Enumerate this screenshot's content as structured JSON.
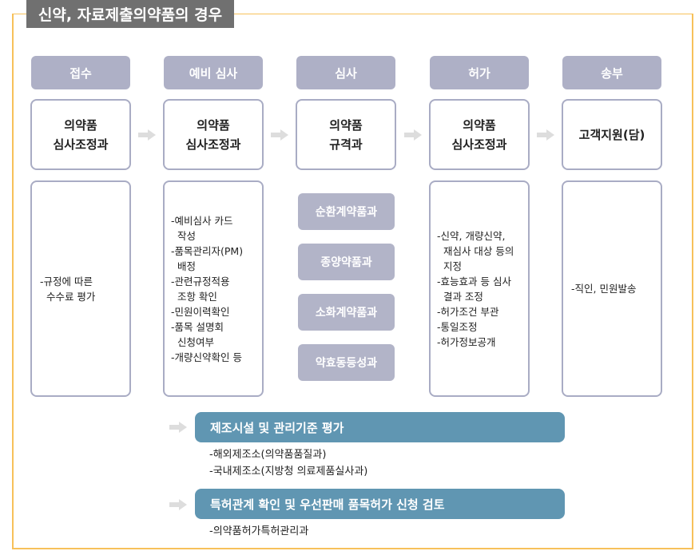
{
  "title": "신약, 자료제출의약품의 경우",
  "stages": [
    {
      "header": "접수",
      "dept": [
        "의약품",
        "심사조정과"
      ],
      "details": [
        "-규정에 따른",
        "  수수료 평가"
      ]
    },
    {
      "header": "예비 심사",
      "dept": [
        "의약품",
        "심사조정과"
      ],
      "details": [
        "-예비심사 카드",
        "  작성",
        "-품목관리자(PM)",
        "  배정",
        "-관련규정적용",
        "  조항 확인",
        "-민원이력확인",
        "-품목 설명회",
        "  신청여부",
        "-개량신약확인 등"
      ]
    },
    {
      "header": "심사",
      "dept": [
        "의약품",
        "규격과"
      ],
      "divisions": [
        "순환계약품과",
        "종양약품과",
        "소화계약품과",
        "약효동등성과"
      ]
    },
    {
      "header": "허가",
      "dept": [
        "의약품",
        "심사조정과"
      ],
      "details": [
        "-신약, 개량신약,",
        "  재심사 대상 등의",
        "  지정",
        "-효능효과 등 심사",
        "  결과 조정",
        "-허가조건 부관",
        "-통일조정",
        "-허가정보공개"
      ]
    },
    {
      "header": "송부",
      "dept": [
        "고객지원(담)"
      ],
      "details": [
        "-직인, 민원발송"
      ]
    }
  ],
  "reviews": [
    {
      "title": "제조시설 및 관리기준 평가",
      "items": [
        "-해외제조소(의약품품질과)",
        "-국내제조소(지방청 의료제품실사과)"
      ]
    },
    {
      "title": "특허관계 확인 및 우선판매 품목허가 신청 검토",
      "items": [
        "-의약품허가특허관리과"
      ]
    }
  ]
}
